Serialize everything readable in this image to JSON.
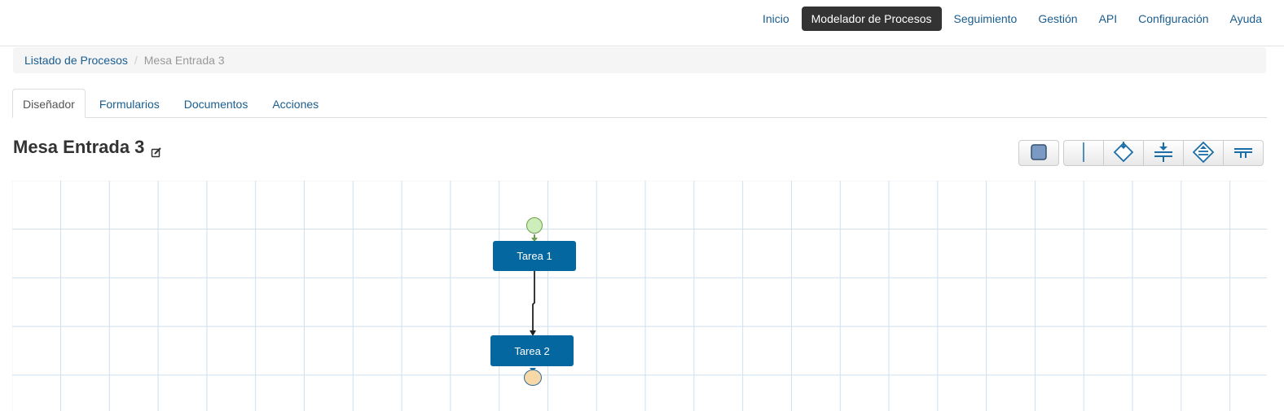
{
  "nav": {
    "items": [
      "Inicio",
      "Modelador de Procesos",
      "Seguimiento",
      "Gestión",
      "API",
      "Configuración",
      "Ayuda"
    ],
    "active": "Modelador de Procesos"
  },
  "breadcrumb": {
    "link": "Listado de Procesos",
    "current": "Mesa Entrada 3"
  },
  "tabs": {
    "items": [
      "Diseñador",
      "Formularios",
      "Documentos",
      "Acciones"
    ],
    "active": "Diseñador"
  },
  "title": "Mesa Entrada 3",
  "toolbar": {
    "icons": [
      "select-node-icon",
      "line-connector-icon",
      "diamond-gateway-icon",
      "join-merge-icon",
      "split-gateway-icon",
      "parallel-branch-icon"
    ]
  },
  "diagram": {
    "tasks": [
      {
        "label": "Tarea 1"
      },
      {
        "label": "Tarea 2"
      }
    ]
  },
  "colors": {
    "task": "#05679f",
    "active_nav": "#333333",
    "link": "#1a5d8f",
    "start_event": "#cdeebb",
    "end_event": "#f7d9a8"
  }
}
